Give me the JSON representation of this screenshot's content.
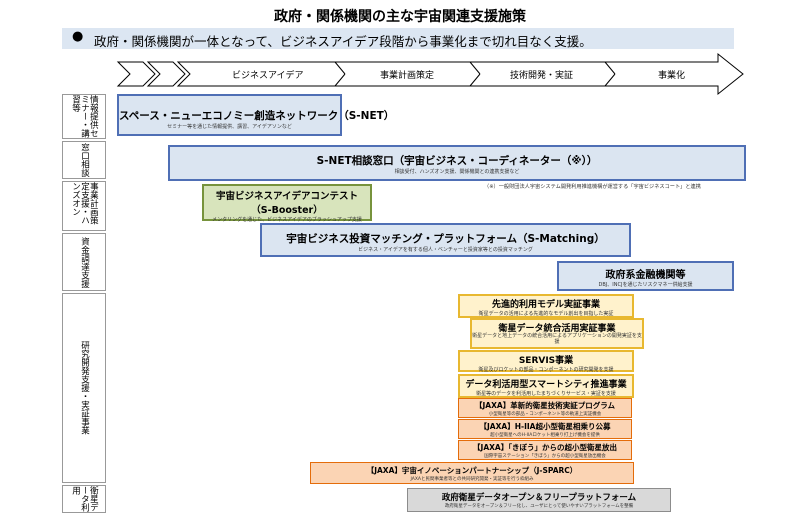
{
  "title": "政府・関係機関の主な宇宙関連支援施策",
  "subtitle_bullet": "●",
  "subtitle": "政府・関係機関が一体となって、ビジネスアイデア段階から事業化まで切れ目なく支援。",
  "stages": [
    "ビジネスアイデア",
    "事業計画策定",
    "技術開発・実証",
    "事業化"
  ],
  "categories": [
    {
      "label": "情報提供セミナー・講習等"
    },
    {
      "label": "窓口相談"
    },
    {
      "label": "事業計画策定支援・ハンズオン"
    },
    {
      "label": "資金調達支援"
    },
    {
      "label": "研究開発支援・実証事業"
    },
    {
      "label": "衛星データ利用"
    }
  ],
  "programs": [
    {
      "title": "スペース・ニューエコノミー創造ネットワーク（S-NET）",
      "desc": "セミナー等を通じた情報提供、講習、アイデアソンなど",
      "color": "blue"
    },
    {
      "title": "S-NET相談窓口（宇宙ビジネス・コーディネーター（※））",
      "desc": "相談受付、ハンズオン支援、関係機関との連携支援など",
      "color": "blue"
    },
    {
      "title": "宇宙ビジネスアイデアコンテスト",
      "title2": "（S-Booster）",
      "desc": "メンタリングを通じた、ビジネスアイデアのブラッシュアップ支援",
      "color": "green"
    },
    {
      "title": "宇宙ビジネス投資マッチング・プラットフォーム（S-Matching）",
      "desc": "ビジネス・アイデアを有する個人・ベンチャーと投資家等との投資マッチング",
      "color": "blue"
    },
    {
      "title": "政府系金融機関等",
      "desc": "DBJ、INCJを通じたリスクマネー供給支援",
      "color": "blue"
    },
    {
      "title": "先進的利用モデル実証事業",
      "desc": "衛星データの活用による先進的なモデル創出を目指した実証",
      "color": "yellow"
    },
    {
      "title": "衛星データ統合活用実証事業",
      "desc": "衛星データと地上データの統合活用によるアプリケーションの開発実証を支援",
      "color": "yellow"
    },
    {
      "title": "SERVIS事業",
      "desc": "衛星及びロケットの部品・コンポーネントの研究開発を支援",
      "color": "yellow"
    },
    {
      "title": "データ利活用型スマートシティ推進事業",
      "desc": "衛星等のデータを利活用したまちづくりサービス・実証を支援",
      "color": "yellow"
    },
    {
      "title": "【JAXA】革新的衛星技術実証プログラム",
      "desc": "小型衛星等の部品・コンポーネント等の軌道上実証機会",
      "color": "orange"
    },
    {
      "title": "【JAXA】H-IIA超小型衛星相乗り公募",
      "desc": "超小型衛星へのH-IIAロケット相乗り打上げ機会を提供",
      "color": "orange"
    },
    {
      "title": "【JAXA】「きぼう」からの超小型衛星放出",
      "desc": "国際宇宙ステーション「きぼう」からの超小型衛星放出機会",
      "color": "orange"
    },
    {
      "title": "【JAXA】宇宙イノベーションパートナーシップ（J-SPARC）",
      "desc": "JAXAと民間事業者等との共同研究開発・実証等を行う枠組み",
      "color": "orange"
    },
    {
      "title": "政府衛星データオープン＆フリープラットフォーム",
      "desc": "政府衛星データをオープン＆フリー化し、ユーザにとって使いやすいプラットフォームを整備",
      "color": "gray"
    }
  ],
  "note": "（※）一般財団法人宇宙システム開発利用推進機構が運営する「宇宙ビジネスコート」と連携"
}
